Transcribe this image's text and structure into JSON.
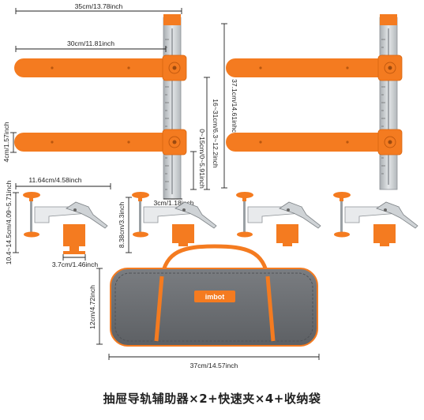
{
  "dimensions": {
    "guide_width": "35cm/13.78inch",
    "arm_length": "30cm/11.81inch",
    "arm_height": "4cm/1.57inch",
    "total_height": "37.1cm/14.61inhc",
    "adjust_range": "16~31cm/6.3~12.2inch",
    "slide_range": "0~15cm/0~5.91inch",
    "ruler_width": "3cm/1.18inch",
    "clamp_width": "11.64cm/4.58inch",
    "clamp_height_range": "10.4~14.5cm/4.09~5.71inch",
    "clamp_depth": "8.38cm/3.3inch",
    "foot_width": "3.7cm/1.46inch",
    "bag_height": "12cm/4.72inch",
    "bag_width": "37cm/14.57inch"
  },
  "brand": "imbot",
  "caption": "抽屉导轨辅助器×2+快速夹×4+收纳袋",
  "colors": {
    "orange": "#f47b20",
    "steel": "#cfd3d6",
    "bag_gray": "#6f7276"
  }
}
